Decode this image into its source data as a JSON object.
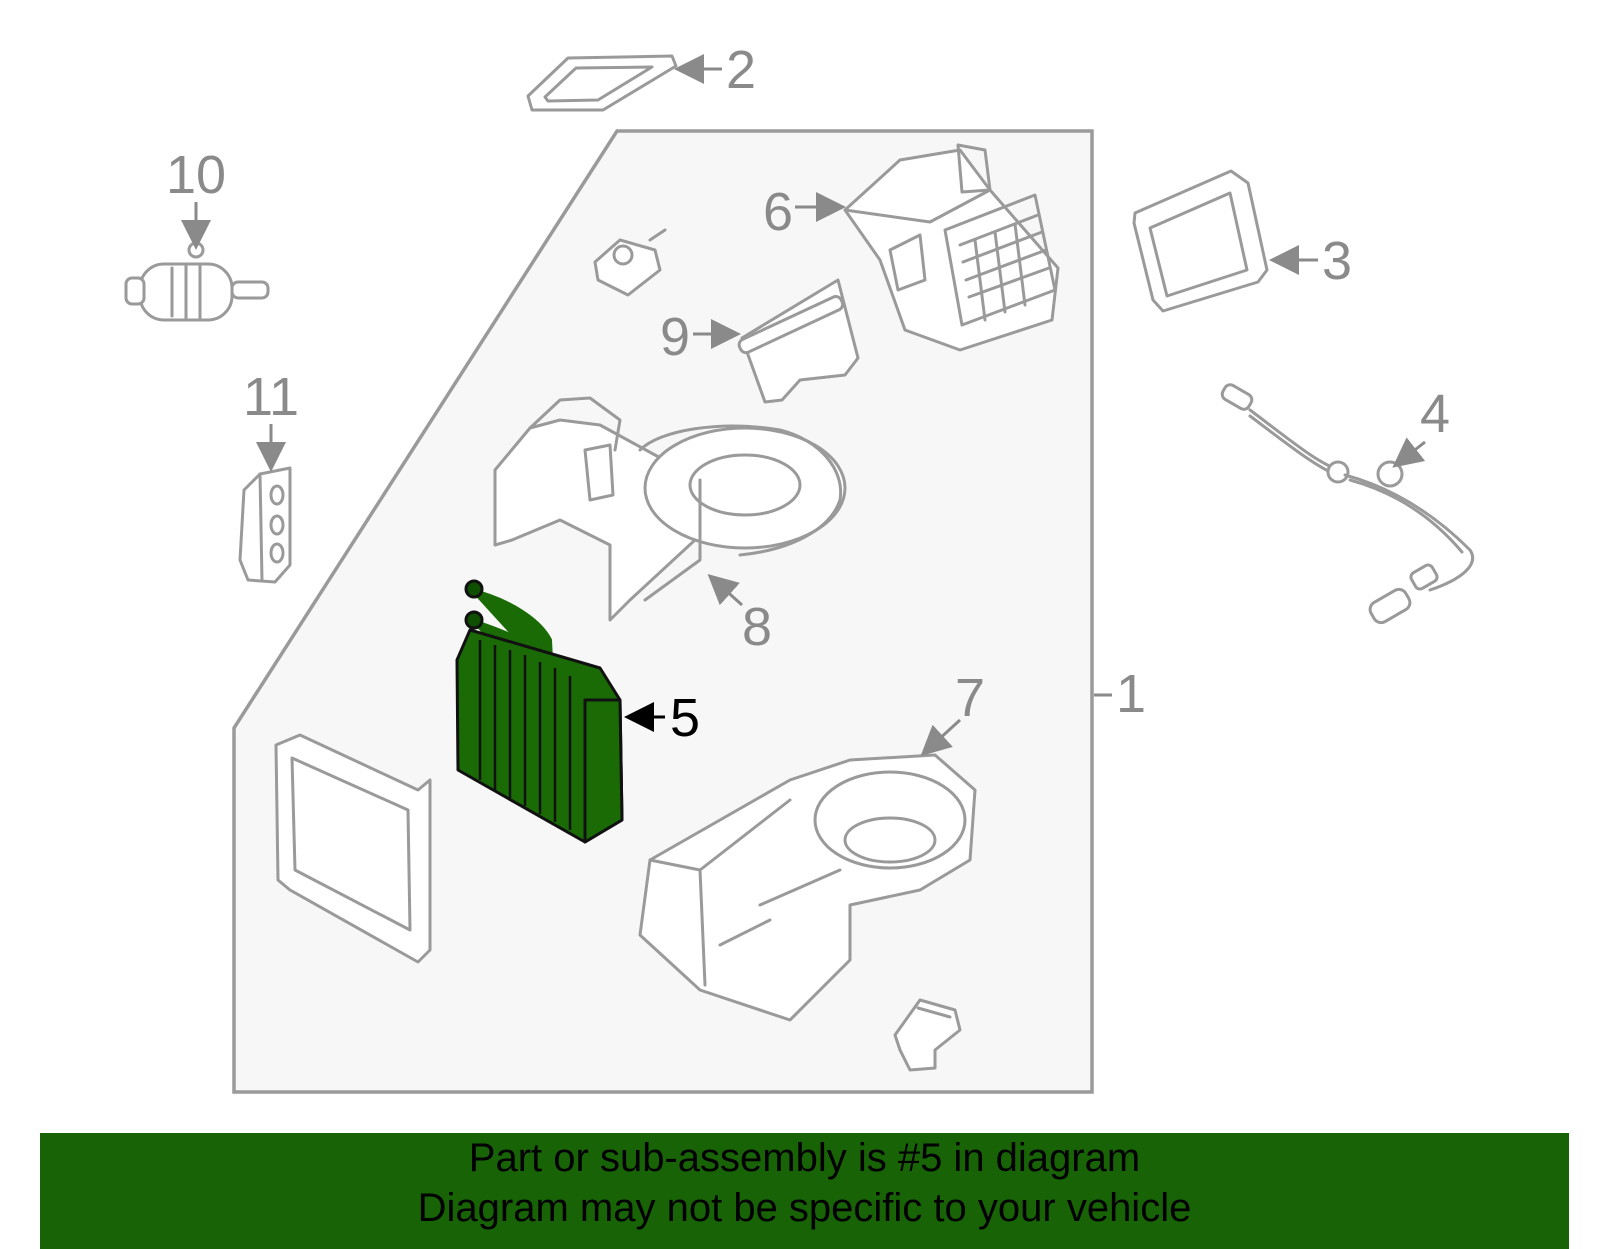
{
  "diagram": {
    "callouts": {
      "c1": "1",
      "c2": "2",
      "c3": "3",
      "c4": "4",
      "c5": "5",
      "c6": "6",
      "c7": "7",
      "c8": "8",
      "c9": "9",
      "c10": "10",
      "c11": "11"
    },
    "highlighted_part": "5",
    "colors": {
      "highlight": "#1a6b05",
      "banner": "#176306",
      "line_art": "#9a9a9a",
      "assembly_box": "#f7f7f7"
    }
  },
  "banner": {
    "line1": "Part or sub-assembly is #5 in diagram",
    "line2": "Diagram may not be specific to your vehicle"
  }
}
